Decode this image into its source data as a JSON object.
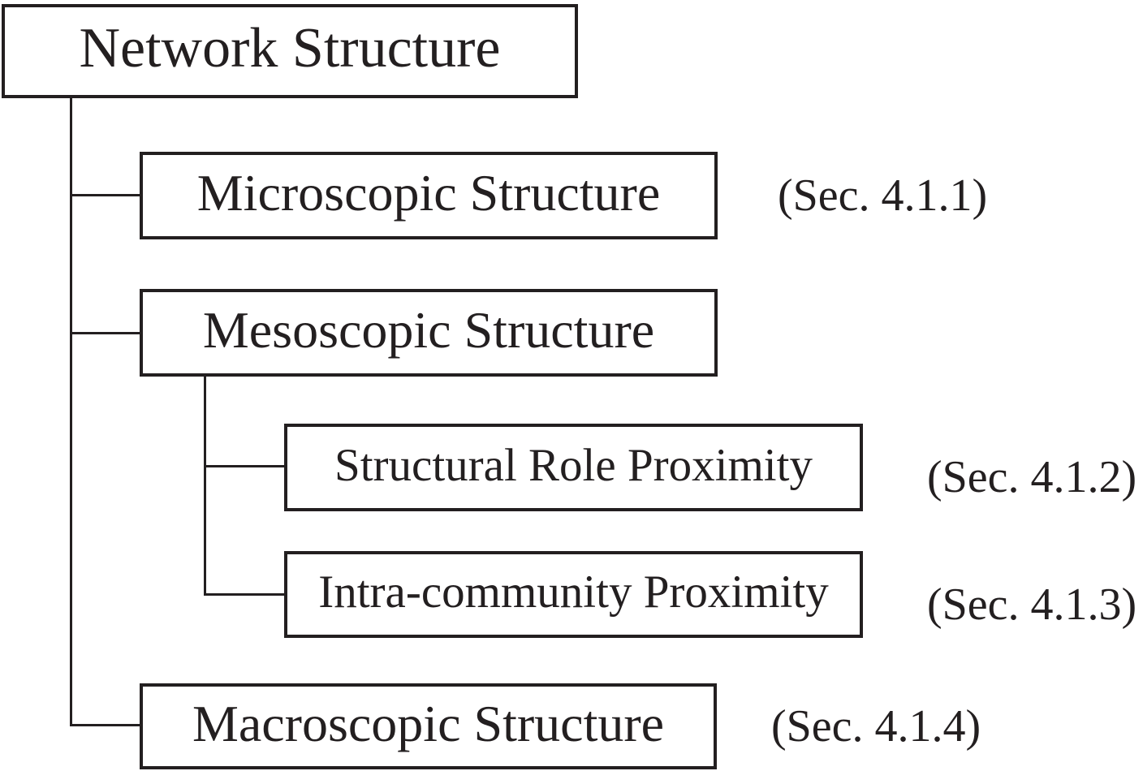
{
  "figure_title": "Network Structure taxonomy diagram",
  "colors": {
    "background": "#ffffff",
    "stroke": "#231f20",
    "text": "#231f20"
  },
  "tree": {
    "label": "Network Structure",
    "children": [
      {
        "label": "Microscopic Structure",
        "section": "(Sec. 4.1.1)",
        "children": []
      },
      {
        "label": "Mesoscopic Structure",
        "section": "",
        "children": [
          {
            "label": "Structural Role Proximity",
            "section": "(Sec. 4.1.2)",
            "children": []
          },
          {
            "label": "Intra-community Proximity",
            "section": "(Sec. 4.1.3)",
            "children": []
          }
        ]
      },
      {
        "label": "Macroscopic Structure",
        "section": "(Sec. 4.1.4)",
        "children": []
      }
    ]
  }
}
